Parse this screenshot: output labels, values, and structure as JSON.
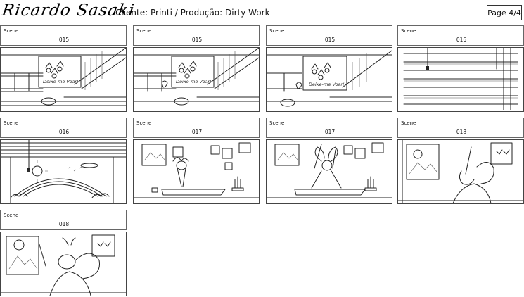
{
  "header": {
    "logo_text": "Ricardo Sasaki",
    "client_line": "Cliente: Printi / Produção: Dirty Work",
    "page_label": "Page 4/4"
  },
  "sign_text": "Deixe-me Voar!",
  "panels": [
    {
      "scene_label": "Scene",
      "scene_number": "015",
      "drawing": "staircase-with-banner"
    },
    {
      "scene_label": "Scene",
      "scene_number": "015",
      "drawing": "staircase-with-banner"
    },
    {
      "scene_label": "Scene",
      "scene_number": "015",
      "drawing": "staircase-with-banner"
    },
    {
      "scene_label": "Scene",
      "scene_number": "016",
      "drawing": "window-blinds"
    },
    {
      "scene_label": "Scene",
      "scene_number": "016",
      "drawing": "blinds-rainbow-view"
    },
    {
      "scene_label": "Scene",
      "scene_number": "017",
      "drawing": "fairy-yoga-room"
    },
    {
      "scene_label": "Scene",
      "scene_number": "017",
      "drawing": "fairy-yoga-room"
    },
    {
      "scene_label": "Scene",
      "scene_number": "018",
      "drawing": "fairy-arm-raised"
    },
    {
      "scene_label": "Scene",
      "scene_number": "018",
      "drawing": "fairy-waking"
    }
  ]
}
